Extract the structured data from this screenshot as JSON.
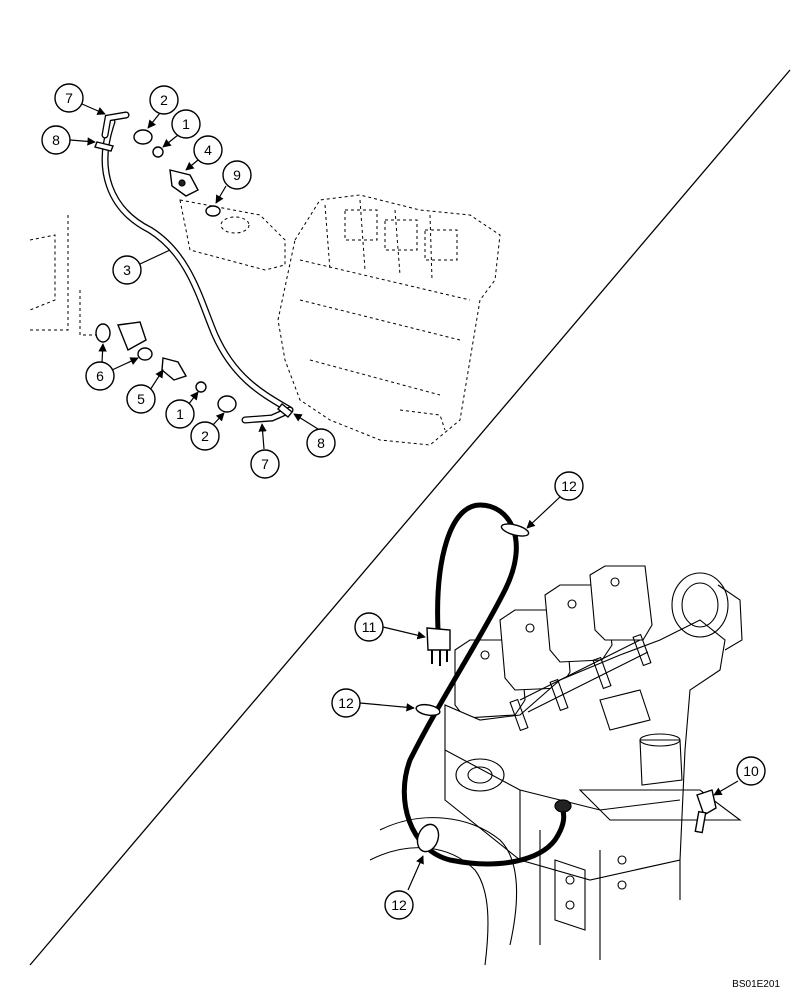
{
  "callouts": {
    "c7_top": "7",
    "c8_top": "8",
    "c2_top": "2",
    "c1_top": "1",
    "c4": "4",
    "c9": "9",
    "c3": "3",
    "c6": "6",
    "c5": "5",
    "c1_bot": "1",
    "c2_bot": "2",
    "c7_bot": "7",
    "c8_bot": "8",
    "c12_top": "12",
    "c11": "11",
    "c12_mid": "12",
    "c10": "10",
    "c12_bot": "12"
  },
  "reference_code": "BS01E201"
}
